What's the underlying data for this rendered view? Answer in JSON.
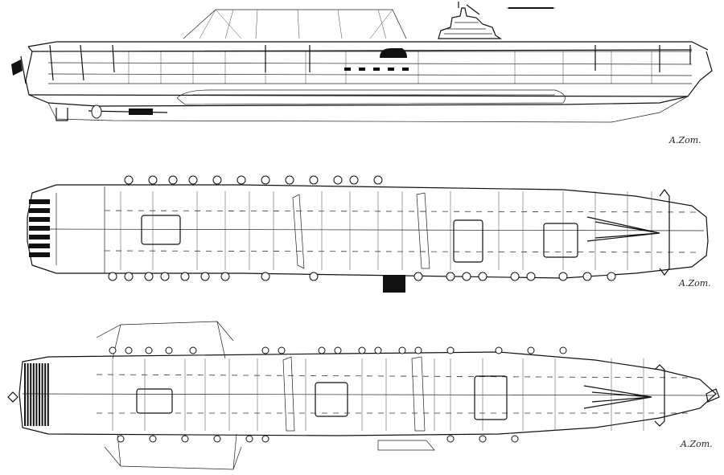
{
  "drawing": {
    "views": [
      {
        "name": "side-profile",
        "signature": "A.Zom."
      },
      {
        "name": "flight-deck-plan",
        "signature": "A.Zom."
      },
      {
        "name": "lower-plan",
        "signature": "A.Zom."
      }
    ]
  },
  "colors": {
    "ink": "#111111",
    "paper": "#ffffff"
  }
}
